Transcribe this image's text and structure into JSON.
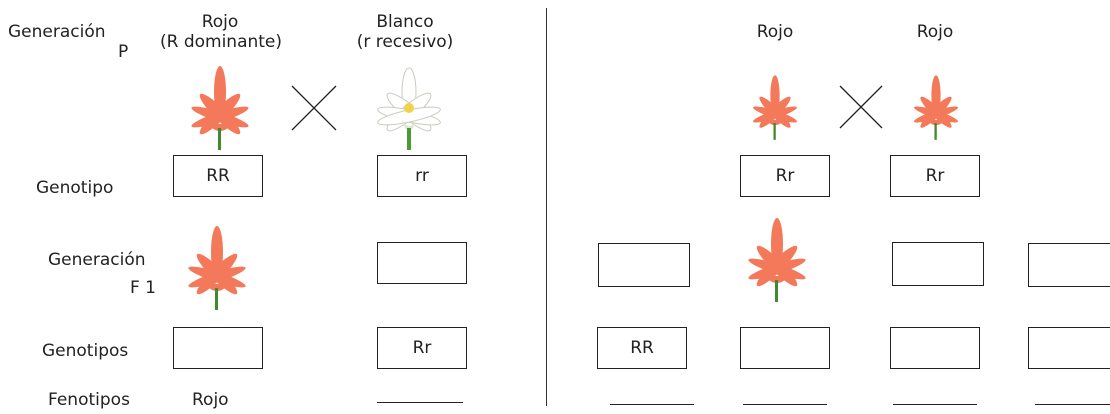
{
  "left": {
    "gen_p_label": "Generación",
    "gen_p_sub": "P",
    "parent1_color": "Rojo",
    "parent1_note": "(R dominante)",
    "parent2_color": "Blanco",
    "parent2_note": "(r recesivo)",
    "genotipo_label": "Genotipo",
    "parent1_genotype": "RR",
    "parent2_genotype": "rr",
    "gen_f1_label": "Generación",
    "gen_f1_sub": "F 1",
    "f1_box_value": "",
    "genotipos_label": "Genotipos",
    "f1_genotype_1": "",
    "f1_genotype_2": "Rr",
    "fenotipos_label": "Fenotipos",
    "f1_phenotype_1": "Rojo"
  },
  "right": {
    "parent1_color": "Rojo",
    "parent2_color": "Rojo",
    "parent1_genotype": "Rr",
    "parent2_genotype": "Rr",
    "f2_boxes": [
      "",
      "",
      ""
    ],
    "f2_genotypes": [
      "RR",
      "",
      "",
      ""
    ]
  },
  "colors": {
    "red_flower": "#f4785a",
    "white_flower": "#ffffff",
    "stem": "#3f8a2c",
    "line": "#222222"
  }
}
